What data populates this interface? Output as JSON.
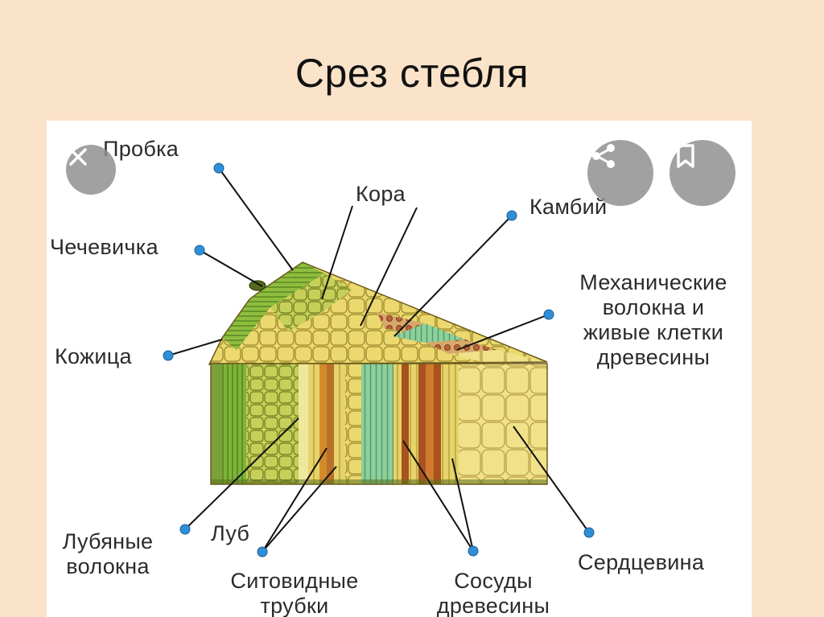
{
  "slide": {
    "title": "Срез стебля"
  },
  "labels": {
    "probka": "Пробка",
    "kora": "Кора",
    "kambiy": "Камбий",
    "chechevichka": "Чечевичка",
    "mech_1": "Механические",
    "mech_2": "волокна и",
    "mech_3": "живые клетки",
    "mech_4": "древесины",
    "kozhitsa": "Кожица",
    "lubyanye_1": "Лубяные",
    "lubyanye_2": "волокна",
    "lub": "Луб",
    "sitovidnye_1": "Ситовидные",
    "sitovidnye_2": "трубки",
    "sosudy_1": "Сосуды",
    "sosudy_2": "древесины",
    "serdtsevina": "Сердцевина"
  },
  "overlay": {
    "close_icon": "close-icon",
    "share_icon": "share-icon",
    "bookmark_icon": "bookmark-icon"
  },
  "colors": {
    "background": "#fbe3c9",
    "pointer_dot": "#2f8fd6",
    "bark_green": "#6fa32f",
    "wood_yellow": "#e9d873",
    "sieve_tube_orange": "#d48a2a",
    "vessel_brown": "#a9521f"
  }
}
